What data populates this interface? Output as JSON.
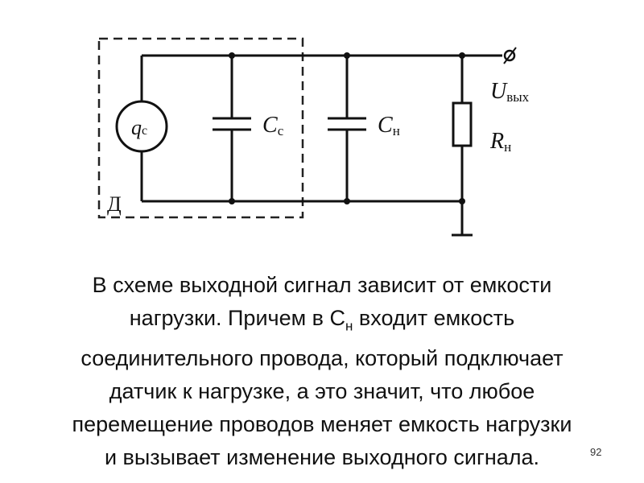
{
  "diagram": {
    "source_symbol": "q",
    "source_sub": "c",
    "cap1_symbol": "C",
    "cap1_sub": "c",
    "cap2_symbol": "C",
    "cap2_sub": "н",
    "out_symbol": "U",
    "out_sub": "вых",
    "load_symbol": "R",
    "load_sub": "н",
    "sensor_label": "Д"
  },
  "text": {
    "line1": "В схеме выходной сигнал зависит от емкости",
    "line2_pre": "нагрузки. Причем в С",
    "line2_sub": "н",
    "line2_post": " входит емкость",
    "line3": "соединительного провода, который подключает",
    "line4": "датчик к нагрузке, а это значит, что любое",
    "line5": "перемещение проводов меняет емкость нагрузки",
    "line6": "и вызывает изменение выходного сигнала."
  },
  "page_number": "92"
}
